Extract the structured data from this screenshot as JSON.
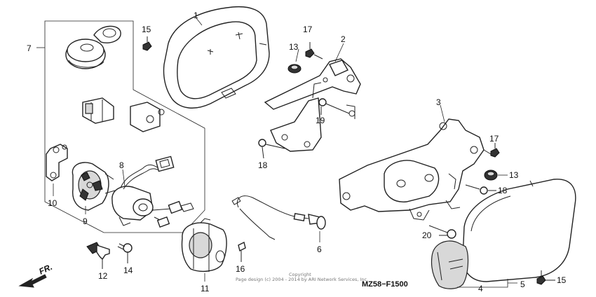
{
  "diagram_code": "MZ58−F1500",
  "copyright_line1": "Copyright",
  "copyright_line2": "Page design (c) 2004 - 2014 by ARI Network Services, Inc.",
  "direction_label": "FR.",
  "callouts": {
    "n1": "1",
    "n2": "2",
    "n3": "3",
    "n4": "4",
    "n5": "5",
    "n6": "6",
    "n7": "7",
    "n8": "8",
    "n9": "9",
    "n10": "10",
    "n11": "11",
    "n12": "12",
    "n13a": "13",
    "n13b": "13",
    "n14": "14",
    "n15a": "15",
    "n15b": "15",
    "n16": "16",
    "n17a": "17",
    "n17b": "17",
    "n18a": "18",
    "n18b": "18",
    "n19": "19",
    "n20": "20"
  }
}
